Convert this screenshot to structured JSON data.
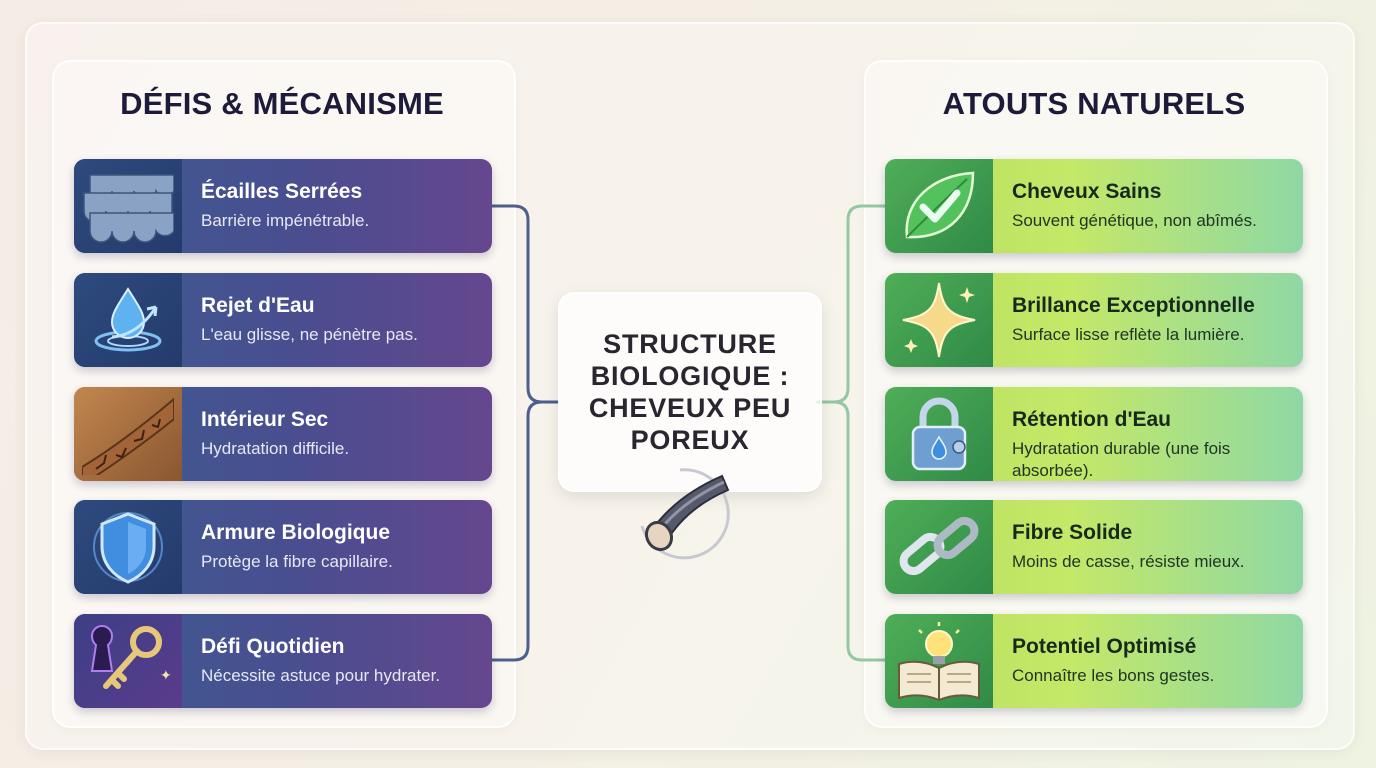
{
  "left_panel": {
    "title": "DÉFIS & MÉCANISME",
    "items": [
      {
        "title": "Écailles Serrées",
        "desc": "Barrière impénétrable.",
        "icon": "scales-icon"
      },
      {
        "title": "Rejet d'Eau",
        "desc": "L'eau glisse, ne pénètre pas.",
        "icon": "water-drop-icon"
      },
      {
        "title": "Intérieur Sec",
        "desc": "Hydratation difficile.",
        "icon": "cracked-strand-icon"
      },
      {
        "title": "Armure Biologique",
        "desc": "Protège la fibre capillaire.",
        "icon": "shield-icon"
      },
      {
        "title": "Défi Quotidien",
        "desc": "Nécessite astuce pour hydrater.",
        "icon": "key-icon"
      }
    ]
  },
  "right_panel": {
    "title": "ATOUTS NATURELS",
    "items": [
      {
        "title": "Cheveux Sains",
        "desc": "Souvent génétique, non abîmés.",
        "icon": "leaf-check-icon"
      },
      {
        "title": "Brillance Exceptionnelle",
        "desc": "Surface lisse reflète la lumière.",
        "icon": "sparkle-icon"
      },
      {
        "title": "Rétention d'Eau",
        "desc": "Hydratation durable (une fois absorbée).",
        "icon": "padlock-drop-icon"
      },
      {
        "title": "Fibre Solide",
        "desc": "Moins de casse, résiste mieux.",
        "icon": "chain-link-icon"
      },
      {
        "title": "Potentiel Optimisé",
        "desc": "Connaître les bons gestes.",
        "icon": "book-bulb-icon"
      }
    ]
  },
  "center": {
    "title": "STRUCTURE BIOLOGIQUE : CHEVEUX PEU POREUX",
    "icon": "hair-strand-icon"
  },
  "colors": {
    "challenge_card": "#4a4d8f",
    "asset_card": "#c4e868",
    "left_connector": "#4c5f8e",
    "right_connector": "#93c8a1",
    "title_text": "#1e1a3a"
  }
}
